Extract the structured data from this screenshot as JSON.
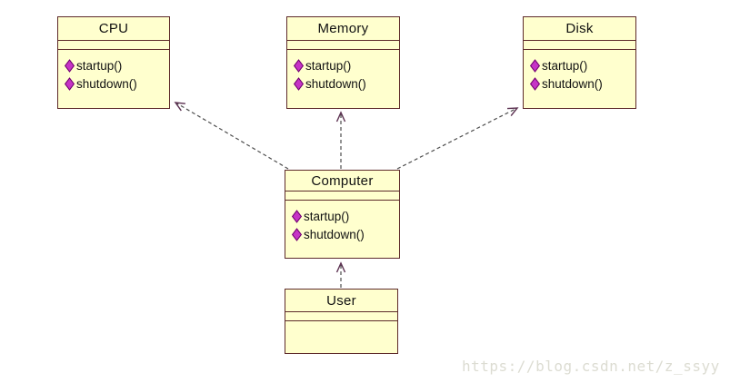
{
  "diagram": {
    "type": "uml-class-diagram",
    "classes": [
      {
        "name": "CPU",
        "attributes": [],
        "methods": [
          "startup()",
          "shutdown()"
        ]
      },
      {
        "name": "Memory",
        "attributes": [],
        "methods": [
          "startup()",
          "shutdown()"
        ]
      },
      {
        "name": "Disk",
        "attributes": [],
        "methods": [
          "startup()",
          "shutdown()"
        ]
      },
      {
        "name": "Computer",
        "attributes": [],
        "methods": [
          "startup()",
          "shutdown()"
        ]
      },
      {
        "name": "User",
        "attributes": [],
        "methods": []
      }
    ],
    "relations": [
      {
        "from": "Computer",
        "to": "CPU",
        "type": "dashed-dependency-arrow"
      },
      {
        "from": "Computer",
        "to": "Memory",
        "type": "dashed-dependency-arrow"
      },
      {
        "from": "Computer",
        "to": "Disk",
        "type": "dashed-dependency-arrow"
      },
      {
        "from": "User",
        "to": "Computer",
        "type": "dashed-dependency-arrow"
      }
    ],
    "colors": {
      "box_fill": "#FFFFCE",
      "box_border": "#5d2a2a",
      "method_diamond": "#c633c6",
      "arrow_line": "#4d4d4d",
      "arrowhead": "#5c3151"
    }
  },
  "watermark": {
    "text": "https://blog.csdn.net/z_ssyy"
  }
}
